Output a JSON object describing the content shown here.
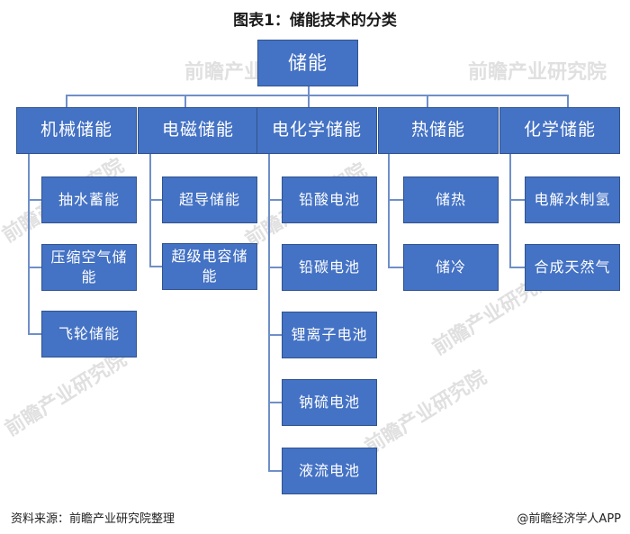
{
  "title": "图表1：储能技术的分类",
  "root": "储能",
  "categories": [
    {
      "label": "机械储能",
      "children": [
        "抽水蓄能",
        "压缩空气储能",
        "飞轮储能"
      ]
    },
    {
      "label": "电磁储能",
      "children": [
        "超导储能",
        "超级电容储能"
      ]
    },
    {
      "label": "电化学储能",
      "children": [
        "铅酸电池",
        "铅碳电池",
        "锂离子电池",
        "钠硫电池",
        "液流电池"
      ]
    },
    {
      "label": "热储能",
      "children": [
        "储热",
        "储冷"
      ]
    },
    {
      "label": "化学储能",
      "children": [
        "电解水制氢",
        "合成天然气"
      ]
    }
  ],
  "watermark": "前瞻产业研究院",
  "footer": {
    "source": "资料来源：前瞻产业研究院整理",
    "credit": "@前瞻经济学人APP"
  },
  "colors": {
    "box": "#4472c4",
    "box_text": "#ffffff",
    "connector": "#6f8fc8"
  }
}
